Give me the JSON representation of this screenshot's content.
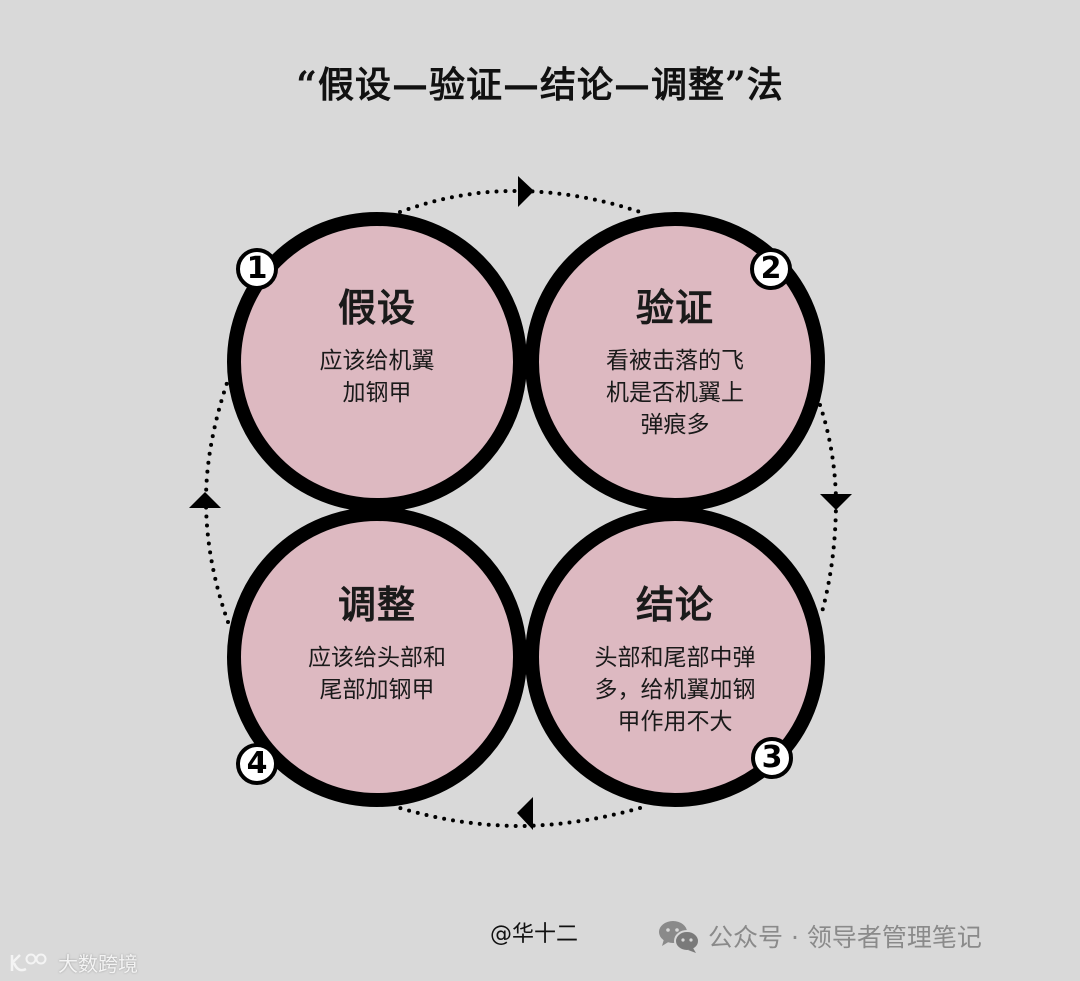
{
  "title": "“假设—验证—结论—调整”法",
  "colors": {
    "background": "#d9d9d9",
    "circle_fill": "#ddb9c1",
    "ring": "#000000",
    "badge_fill": "#ffffff"
  },
  "steps": [
    {
      "number": "1",
      "heading": "假设",
      "body_lines": [
        "应该给机翼",
        "加钢甲"
      ]
    },
    {
      "number": "2",
      "heading": "验证",
      "body_lines": [
        "看被击落的飞",
        "机是否机翼上",
        "弹痕多"
      ]
    },
    {
      "number": "3",
      "heading": "结论",
      "body_lines": [
        "头部和尾部中弹",
        "多，给机翼加钢",
        "甲作用不大"
      ]
    },
    {
      "number": "4",
      "heading": "调整",
      "body_lines": [
        "应该给头部和",
        "尾部加钢甲"
      ]
    }
  ],
  "cycle_arrows": [
    {
      "position": "top",
      "direction": "right"
    },
    {
      "position": "right",
      "direction": "down"
    },
    {
      "position": "bottom",
      "direction": "left"
    },
    {
      "position": "left",
      "direction": "up"
    }
  ],
  "footer": {
    "author": "@华十二",
    "wechat_icon": "wechat-icon",
    "wechat_label": "公众号 · 领导者管理笔记",
    "brand_logo": "kuo-logo",
    "brand_label": "大数跨境"
  }
}
